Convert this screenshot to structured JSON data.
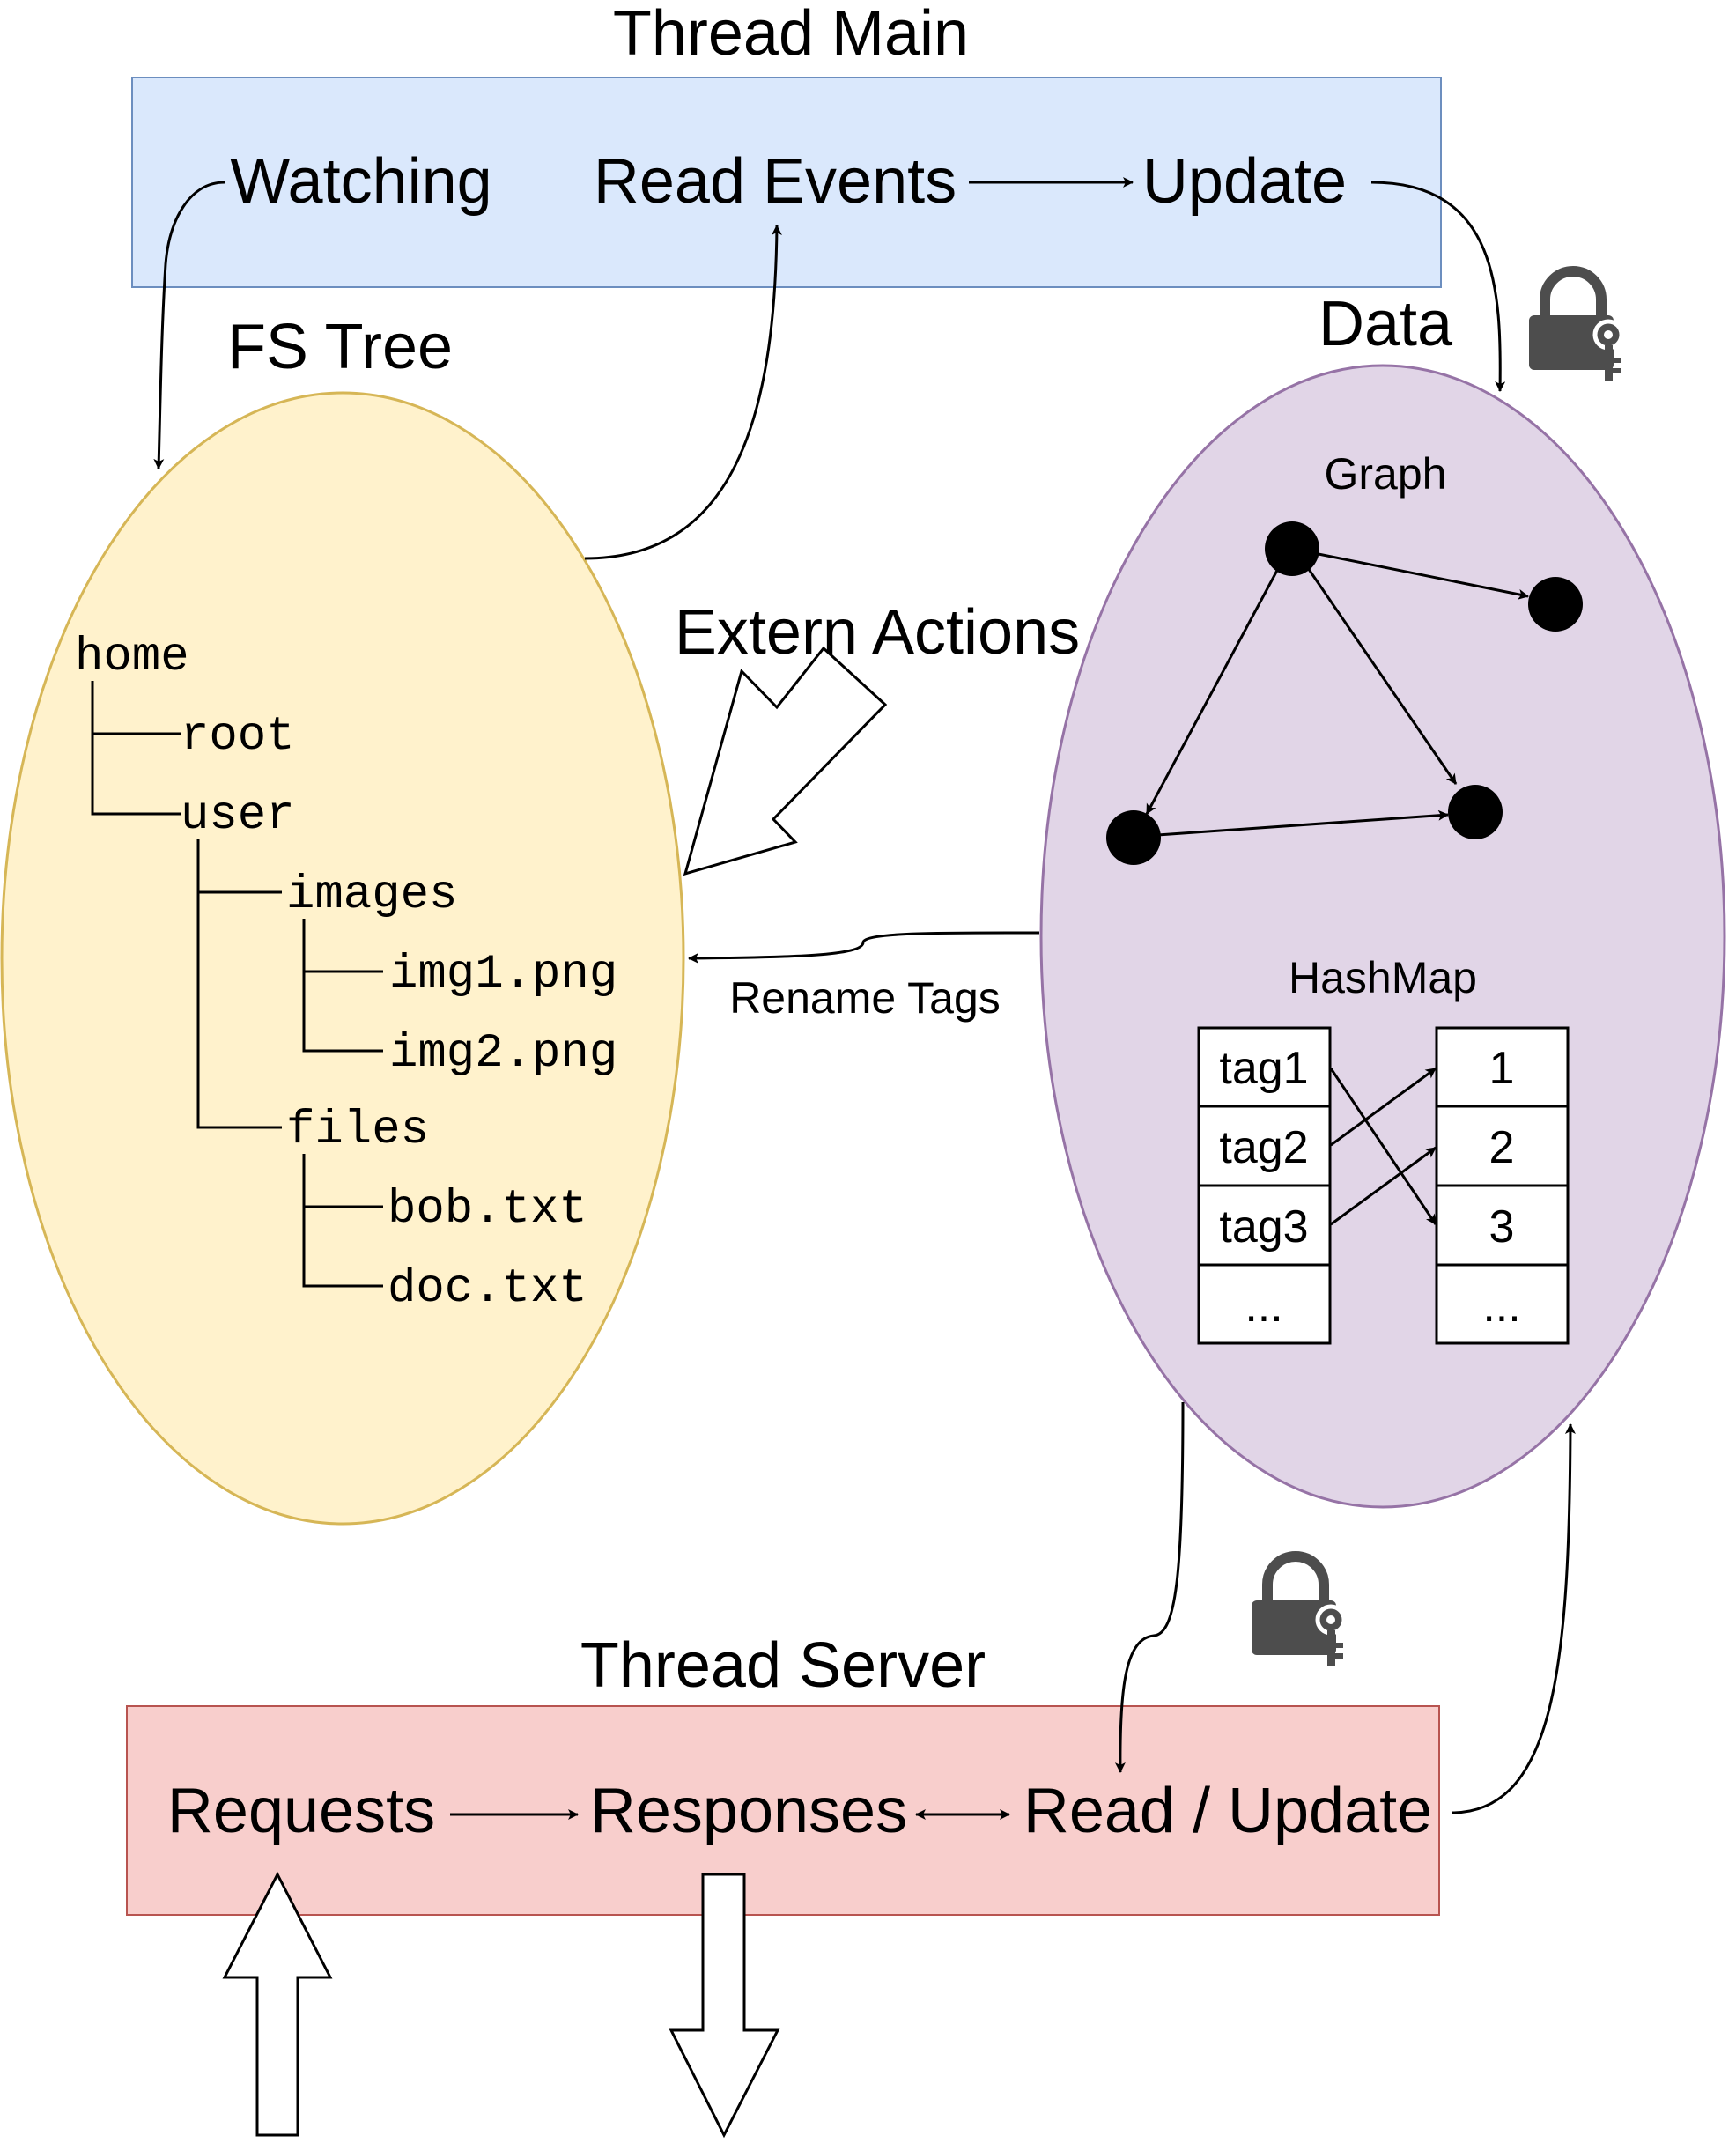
{
  "thread_main": {
    "title": "Thread Main",
    "steps": [
      "Watching",
      "Read Events",
      "Update"
    ],
    "fill": "#dae8fc",
    "stroke": "#6c8ebf"
  },
  "fs_tree": {
    "title": "FS Tree",
    "fill": "#fff2cc",
    "stroke": "#d6b656",
    "nodes": [
      "home",
      "root",
      "user",
      "images",
      "img1.png",
      "img2.png",
      "files",
      "bob.txt",
      "doc.txt"
    ]
  },
  "data_store": {
    "title": "Data",
    "fill": "#e1d5e7",
    "stroke": "#9673a6",
    "graph_label": "Graph",
    "hashmap_label": "HashMap",
    "keys": [
      "tag1",
      "tag2",
      "tag3",
      "..."
    ],
    "values": [
      "1",
      "2",
      "3",
      "..."
    ],
    "lock_color": "#4d4d4d"
  },
  "labels": {
    "extern_actions": "Extern Actions",
    "rename_tags": "Rename Tags"
  },
  "thread_server": {
    "title": "Thread Server",
    "steps": [
      "Requests",
      "Responses",
      "Read / Update"
    ],
    "fill": "#f8cecc",
    "stroke": "#b85450"
  }
}
